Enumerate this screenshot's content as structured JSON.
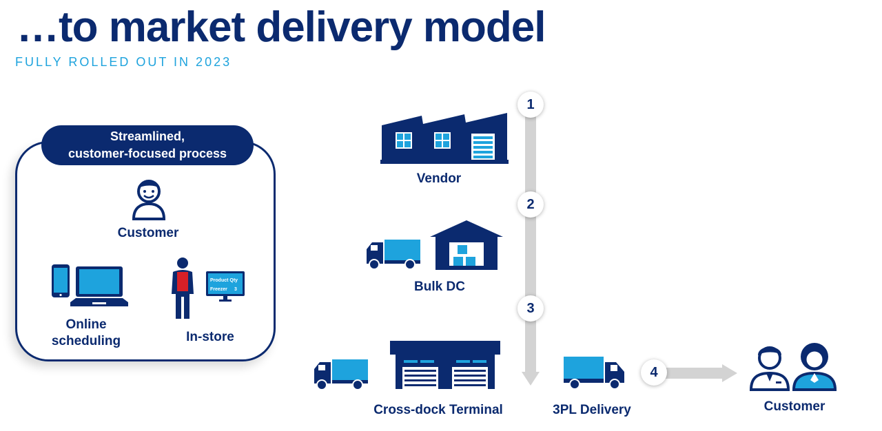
{
  "header": {
    "title": "…to market delivery model",
    "subtitle": "FULLY ROLLED OUT IN 2023"
  },
  "panel": {
    "badge_line1": "Streamlined,",
    "badge_line2": "customer-focused process",
    "customer_label": "Customer",
    "online_line1": "Online",
    "online_line2": "scheduling",
    "instore_label": "In-store",
    "screen_row1": "Product  Qty",
    "screen_row2_product": "Freezer",
    "screen_row2_qty": "3"
  },
  "flow": {
    "steps": [
      "1",
      "2",
      "3",
      "4"
    ],
    "vendor_label": "Vendor",
    "bulk_dc_label": "Bulk DC",
    "cross_dock_label": "Cross-dock Terminal",
    "delivery_label": "3PL Delivery",
    "customer_label": "Customer"
  },
  "colors": {
    "navy": "#0b2a6f",
    "blue": "#1ea3dd",
    "arrow_gray": "#d3d3d3"
  }
}
